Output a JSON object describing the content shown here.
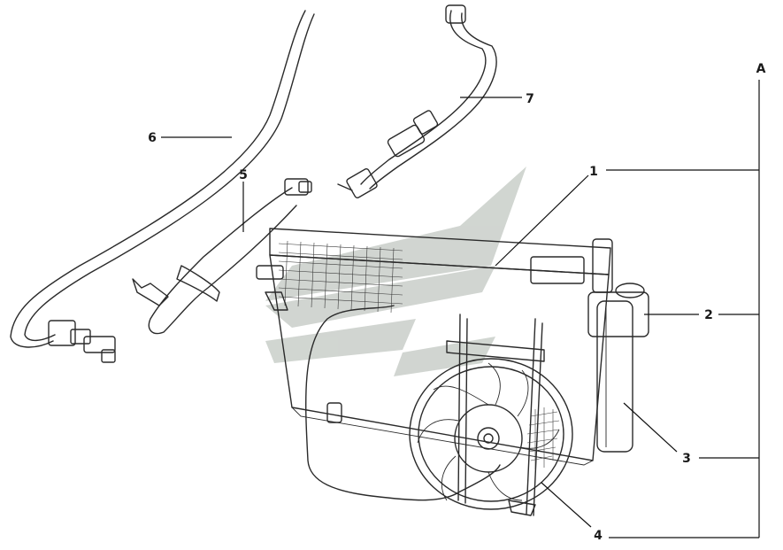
{
  "diagram": {
    "group_label": "A",
    "callouts": [
      {
        "id": "1",
        "text": "1"
      },
      {
        "id": "2",
        "text": "2"
      },
      {
        "id": "3",
        "text": "3"
      },
      {
        "id": "4",
        "text": "4"
      },
      {
        "id": "5",
        "text": "5"
      },
      {
        "id": "6",
        "text": "6"
      },
      {
        "id": "7",
        "text": "7"
      }
    ],
    "colors": {
      "line": "#2a2a2a",
      "watermark": "#9aa49a"
    }
  }
}
